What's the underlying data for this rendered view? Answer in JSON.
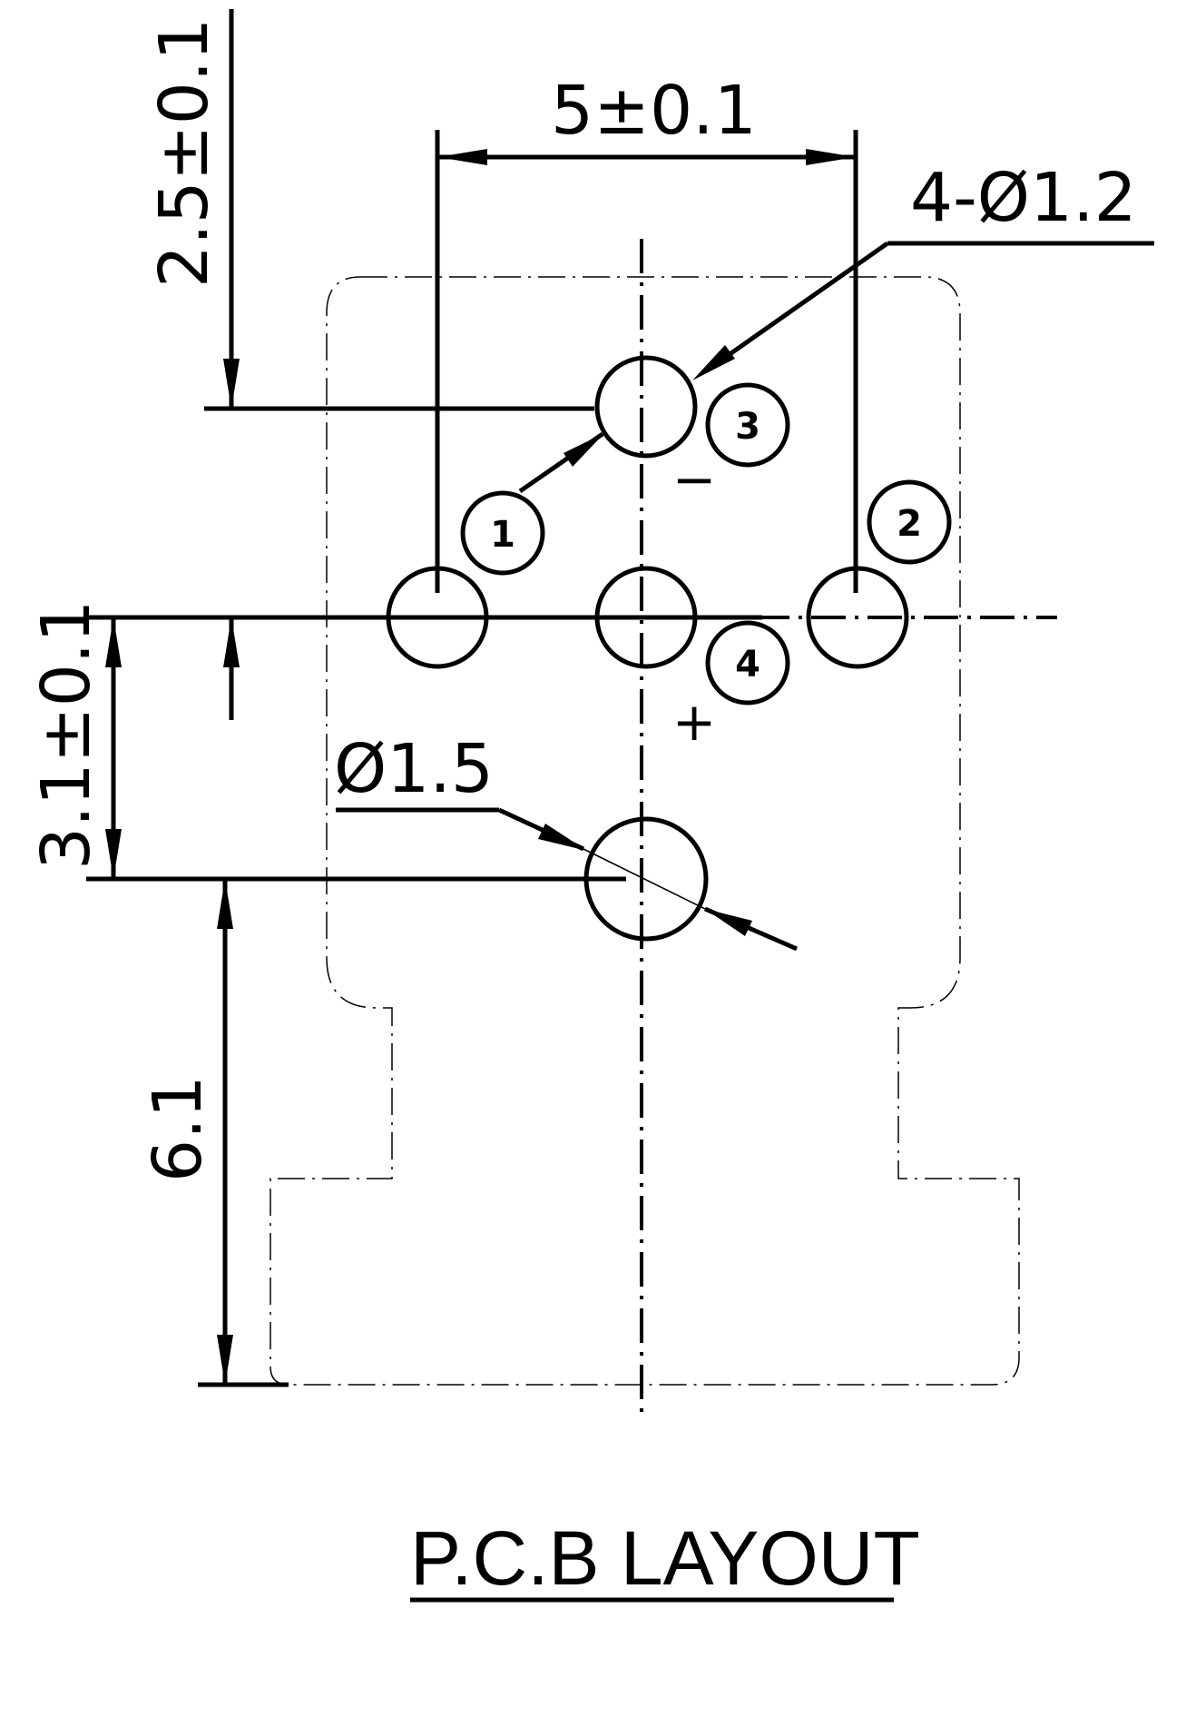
{
  "drawing": {
    "dimensions": {
      "pitch": "5±0.1",
      "top_offset": "2.5±0.1",
      "middle_offset": "3.1±0.1",
      "bottom_offset": "6.1",
      "pin_holes": "4-Ø1.2",
      "mount_hole": "Ø1.5"
    },
    "pins": [
      "1",
      "2",
      "3",
      "4"
    ],
    "polarity": {
      "minus": "−",
      "plus": "+"
    },
    "title": "P.C.B LAYOUT"
  }
}
